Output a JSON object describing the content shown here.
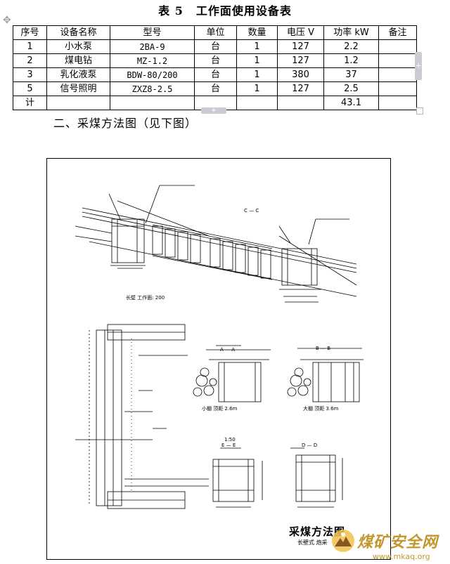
{
  "title": {
    "number": "表 5",
    "text": "工作面使用设备表"
  },
  "table": {
    "headers": [
      "序号",
      "设备名称",
      "型号",
      "单位",
      "数量",
      "电压 V",
      "功率 kW",
      "备注"
    ],
    "rows": [
      [
        "1",
        "小水泵",
        "2BA-9",
        "台",
        "1",
        "127",
        "2.2",
        ""
      ],
      [
        "2",
        "煤电钻",
        "MZ-1.2",
        "台",
        "1",
        "127",
        "1.2",
        ""
      ],
      [
        "3",
        "乳化液泵",
        "BDW-80/200",
        "台",
        "1",
        "380",
        "37",
        ""
      ],
      [
        "5",
        "信号照明",
        "ZXZ8-2.5",
        "台",
        "1",
        "127",
        "2.5",
        ""
      ]
    ],
    "total": {
      "label": "计",
      "power": "43.1"
    }
  },
  "section_heading": "二、采煤方法图（见下图）",
  "drawing": {
    "title": "采煤方法图",
    "subtitle": "长壁式  炮采",
    "labels": {
      "section_cc": "C — C",
      "section_bb": "B — B",
      "section_aa": "A — A",
      "section_ee": "E — E",
      "section_dd": "D — D",
      "face_length": "长壁 工作面: 200",
      "small_support": "小棚 顶距 2.6m",
      "large_support": "大棚 顶距 3.6m",
      "scale": "1:50"
    }
  },
  "watermark": {
    "name": "煤矿安全网",
    "url": "www.mkaq.org"
  }
}
